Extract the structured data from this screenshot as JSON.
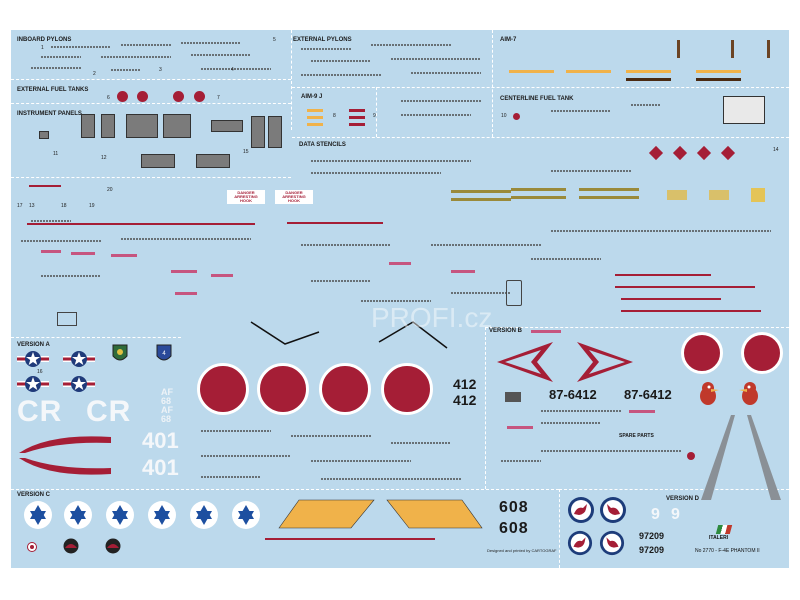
{
  "sections": {
    "inboard_pylons": "INBOARD PYLONS",
    "external_pylons": "EXTERNAL PYLONS",
    "aim7": "AIM-7",
    "external_fuel_tanks": "EXTERNAL FUEL TANKS",
    "aim9j": "AIM-9 J",
    "centerline_fuel_tank": "CENTERLINE FUEL TANK",
    "instrument_panels": "INSTRUMENT PANELS",
    "data_stencils": "DATA STENCILS",
    "version_a": "VERSION A",
    "version_b": "VERSION B",
    "version_c": "VERSION C",
    "version_d": "VERSION D",
    "spare_parts": "SPARE PARTS"
  },
  "markings": {
    "cr_left": "CR",
    "cr_right": "CR",
    "af_top": "AF",
    "af_mid": "68",
    "af_bottom": "AF",
    "af_last": "68",
    "tail_401a": "401",
    "tail_401b": "401",
    "b_412_top": "412",
    "b_412_bottom": "412",
    "b_serial_left": "87-6412",
    "b_serial_right": "87-6412",
    "c_608_top": "608",
    "c_608_bottom": "608",
    "d_9_left": "9",
    "d_9_right": "9",
    "d_97209_top": "97209",
    "d_97209_bottom": "97209",
    "danger_label": "DANGER ARRESTING HOOK",
    "printed_note": "Designed and printed by CARTOGRAF"
  },
  "footer": {
    "brand": "ITALERI",
    "product": "No 2770 - F-4E PHANTOM II"
  },
  "watermark": "PROFI.cz",
  "numbers": [
    "1",
    "2",
    "3",
    "4",
    "5",
    "6",
    "7",
    "8",
    "9",
    "10",
    "11",
    "12",
    "13",
    "14",
    "15",
    "16",
    "17",
    "18",
    "19",
    "20"
  ],
  "colors": {
    "sheet_background": "#bcd9ec",
    "hinomaru_red": "#a51e36",
    "usaf_blue": "#1f3a7a",
    "israel_blue": "#1d4fa0",
    "yellow": "#f0b24a",
    "pink": "#c6557f"
  }
}
